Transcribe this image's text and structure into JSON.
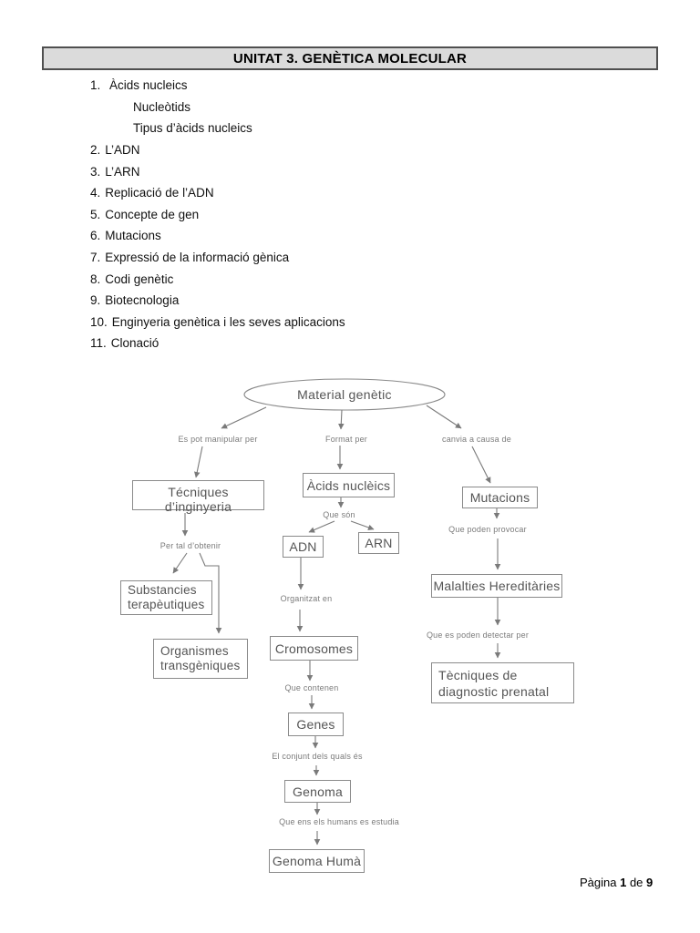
{
  "page": {
    "title": "UNITAT 3. GENÈTICA MOLECULAR",
    "footer": {
      "label": "Pàgina ",
      "page_number": "1",
      "separator": " de ",
      "total_pages": "9"
    }
  },
  "colors": {
    "title_bg": "#dbdbdb",
    "title_border": "#4f4f4f",
    "diagram_ink": "#555555",
    "diagram_line": "#7a7a7a"
  },
  "toc": {
    "items": [
      {
        "num": "1.",
        "text": "Àcids nucleics"
      },
      {
        "num": "",
        "text": "Nucleòtids"
      },
      {
        "num": "",
        "text": "Tipus d’àcids nucleics"
      },
      {
        "num": "2.",
        "text": "L’ADN"
      },
      {
        "num": "3.",
        "text": "L’ARN"
      },
      {
        "num": "4.",
        "text": "Replicació de l’ADN"
      },
      {
        "num": "5.",
        "text": "Concepte de gen"
      },
      {
        "num": "6.",
        "text": "Mutacions"
      },
      {
        "num": "7.",
        "text": "Expressió de la informació gènica"
      },
      {
        "num": "8.",
        "text": "Codi genètic"
      },
      {
        "num": "9.",
        "text": "Biotecnologia"
      },
      {
        "num": "10.",
        "text": "Enginyeria genètica i les seves aplicacions"
      },
      {
        "num": "11.",
        "text": "Clonació"
      }
    ]
  },
  "diagram": {
    "root": "Material genètic",
    "nodes": {
      "tecniques": "Técniques d’inginyeria",
      "acids": "Àcids nuclèics",
      "mutacions": "Mutacions",
      "adn": "ADN",
      "arn": "ARN",
      "substancies": "Substancies terapèutiques",
      "organismes": "Organismes transgèniques",
      "cromosomes": "Cromosomes",
      "malalties": "Malalties Hereditàries",
      "diagnostic": "Tècniques de diagnostic prenatal",
      "genes": "Genes",
      "genoma": "Genoma",
      "genoma_huma": "Genoma Humà"
    },
    "edge_labels": {
      "manipular": "Es pot manipular per",
      "format": "Format per",
      "canvia": "canvia a causa de",
      "que_son": "Que són",
      "per_tal": "Per tal d’obtenir",
      "provocar": "Que poden provocar",
      "organitzat": "Organitzat en",
      "contenen": "Que contenen",
      "detectar": "Que es poden detectar per",
      "conjunt": "El conjunt dels quals és",
      "humans": "Que ens els humans es estudia"
    }
  }
}
